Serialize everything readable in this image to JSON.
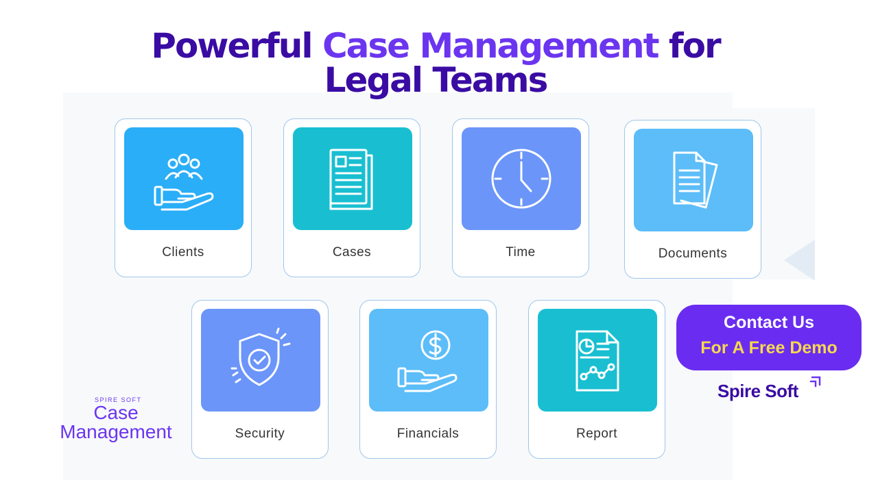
{
  "headline": {
    "part1": "Powerful ",
    "accent": "Case Management",
    "part2": " for",
    "line2": "Legal Teams"
  },
  "cards": [
    {
      "label": "Clients",
      "icon": "clients-hand-icon",
      "color": "#2aaef7"
    },
    {
      "label": "Cases",
      "icon": "case-document-icon",
      "color": "#19bfd1"
    },
    {
      "label": "Time",
      "icon": "clock-icon",
      "color": "#6b95f8"
    },
    {
      "label": "Documents",
      "icon": "documents-icon",
      "color": "#5cbdf9"
    },
    {
      "label": "Security",
      "icon": "shield-check-icon",
      "color": "#6b95f8"
    },
    {
      "label": "Financials",
      "icon": "dollar-hand-icon",
      "color": "#5cbdf9"
    },
    {
      "label": "Report",
      "icon": "report-chart-icon",
      "color": "#19bfd1"
    }
  ],
  "cta": {
    "line1": "Contact Us",
    "line2": "For A Free Demo"
  },
  "brand": {
    "name": "Spire Soft",
    "logo_small": "SPIRE SOFT",
    "logo_line1": "Case",
    "logo_line2": "Management"
  },
  "colors": {
    "headline": "#3a0ca3",
    "accent": "#6b35f0",
    "cta_bg": "#6a2cf0",
    "cta_highlight": "#f6d84e"
  }
}
